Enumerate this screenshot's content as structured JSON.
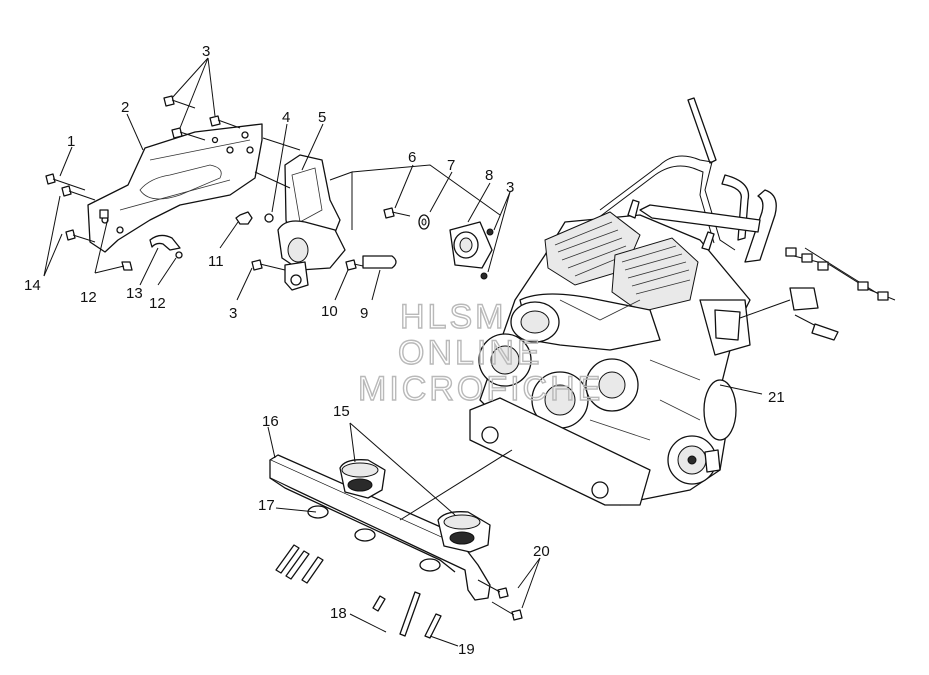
{
  "callouts": {
    "c1": "1",
    "c2": "2",
    "c3a": "3",
    "c3b": "3",
    "c3c": "3",
    "c4": "4",
    "c5": "5",
    "c6": "6",
    "c7": "7",
    "c8": "8",
    "c9": "9",
    "c10": "10",
    "c11": "11",
    "c12a": "12",
    "c12b": "12",
    "c13": "13",
    "c14": "14",
    "c15": "15",
    "c16": "16",
    "c17": "17",
    "c18": "18",
    "c19": "19",
    "c20": "20",
    "c21": "21"
  },
  "watermark": {
    "line1": "HLSM",
    "line2": "ONLINE",
    "line3": "MICROFICHE"
  }
}
